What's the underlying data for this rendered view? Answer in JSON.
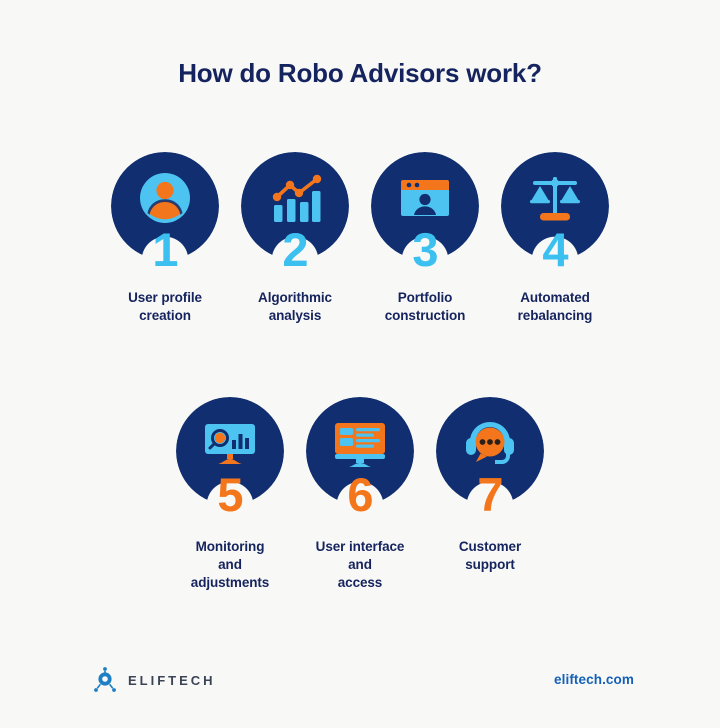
{
  "header": {
    "title": "How do Robo Advisors work?"
  },
  "colors": {
    "background": "#f8f8f6",
    "navy": "#102e70",
    "title_navy": "#15235e",
    "light_blue": "#3cc0ef",
    "orange": "#f4761c",
    "link_blue": "#1560b8"
  },
  "steps": [
    {
      "number": "1",
      "number_color": "light_blue",
      "icon": "user-profile-icon",
      "label_line1": "User profile",
      "label_line2": "creation",
      "label_line3": ""
    },
    {
      "number": "2",
      "number_color": "light_blue",
      "icon": "bar-chart-trend-icon",
      "label_line1": "Algorithmic",
      "label_line2": "analysis",
      "label_line3": ""
    },
    {
      "number": "3",
      "number_color": "light_blue",
      "icon": "browser-profile-icon",
      "label_line1": "Portfolio",
      "label_line2": "construction",
      "label_line3": ""
    },
    {
      "number": "4",
      "number_color": "light_blue",
      "icon": "balance-scales-icon",
      "label_line1": "Automated",
      "label_line2": "rebalancing",
      "label_line3": ""
    },
    {
      "number": "5",
      "number_color": "orange",
      "icon": "monitor-analytics-icon",
      "label_line1": "Monitoring",
      "label_line2": "and",
      "label_line3": "adjustments"
    },
    {
      "number": "6",
      "number_color": "orange",
      "icon": "monitor-interface-icon",
      "label_line1": "User interface",
      "label_line2": "and",
      "label_line3": "access"
    },
    {
      "number": "7",
      "number_color": "orange",
      "icon": "headset-chat-icon",
      "label_line1": "Customer",
      "label_line2": "support",
      "label_line3": ""
    }
  ],
  "footer": {
    "logo_icon": "eliftech-atom-logo-icon",
    "logo_text": "ELIFTECH",
    "website": "eliftech.com"
  }
}
